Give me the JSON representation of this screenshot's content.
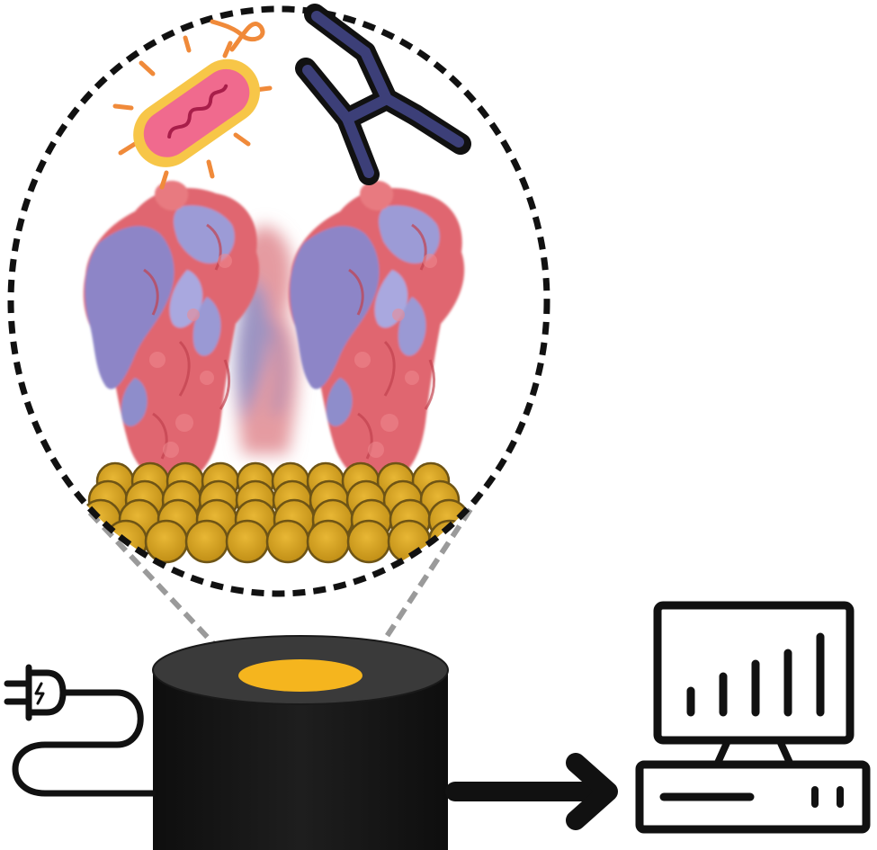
{
  "diagram": {
    "components": [
      {
        "id": "zoom-lens",
        "icon": "magnifier-dashed-circle-icon"
      },
      {
        "id": "bacterium",
        "icon": "bacterium-icon"
      },
      {
        "id": "antibody",
        "icon": "antibody-icon"
      },
      {
        "id": "protein-left",
        "icon": "protein-receptor-icon"
      },
      {
        "id": "protein-right",
        "icon": "protein-receptor-icon"
      },
      {
        "id": "gold-nanoparticles",
        "icon": "gold-nanoparticle-layer-icon"
      },
      {
        "id": "electrode",
        "icon": "cylinder-electrode-icon"
      },
      {
        "id": "power-plug",
        "icon": "power-plug-icon"
      },
      {
        "id": "arrow",
        "icon": "right-arrow-icon"
      },
      {
        "id": "computer",
        "icon": "computer-monitor-bar-chart-icon"
      }
    ],
    "colors": {
      "gold": "#D9A41C",
      "gold_edge": "#6E5415",
      "electrode_body": "#1A1A1A",
      "electrode_top": "#3A3A3A",
      "electrode_spot": "#F5B51E",
      "protein_red": "#E0666E",
      "protein_purple": "#8F86C8",
      "antibody": "#3C3F78",
      "bacterium_body": "#F06A8E",
      "bacterium_rim": "#F7C648",
      "bacterium_flagellum": "#F08A3A",
      "line_black": "#111111",
      "dash_gray": "#9A9A9A"
    }
  }
}
